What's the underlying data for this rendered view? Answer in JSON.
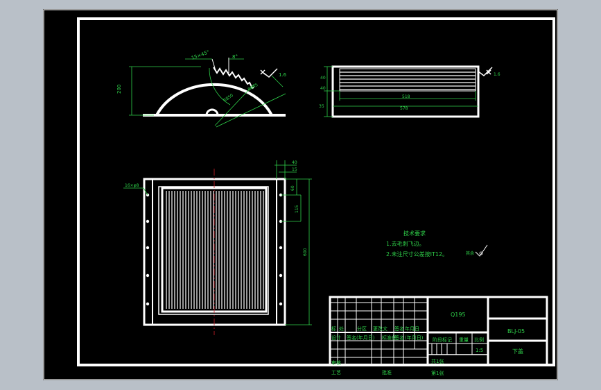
{
  "colors": {
    "background": "#000000",
    "outer": "#b9c0c8",
    "line": "#ffffff",
    "annotation": "#2fd24a",
    "centerline": "#d0202a"
  },
  "arc_view": {
    "dims": {
      "height": "200",
      "chamfer": "15×45°",
      "angle": "8°",
      "r1": "R850",
      "r2": "R645"
    },
    "roughness": "1.6"
  },
  "top_view": {
    "dims": {
      "d1": "40",
      "d2": "40",
      "d3": "35",
      "inner_len": "518",
      "outer_len": "578"
    },
    "roughness": "1.6"
  },
  "plan_view": {
    "dims": {
      "top1": "40",
      "top2": "15",
      "v1": "60",
      "v2": "115",
      "height": "600",
      "holes": "16×φ8"
    }
  },
  "tech_req": {
    "title": "技术要求",
    "items": [
      "1.去毛刺飞边。",
      "2.未注尺寸公差按IT12。"
    ],
    "rest_roughness": "其余"
  },
  "title_block": {
    "material": "Q195",
    "drawing_no": "BLJ-05",
    "part_name": "下盖",
    "col_labels": [
      "标",
      "处",
      "分区",
      "更改文",
      "签名",
      "年月日"
    ],
    "row2_labels": [
      "设计",
      "签名",
      "(年月日)",
      "标准化",
      "签名",
      "(年月日)"
    ],
    "stage_label": "阶段标记",
    "weight_label": "重量",
    "scale_label": "比例",
    "scale": "1:5",
    "sheets_total": "共1张",
    "sheet_no": "第1张",
    "review_label": "审核",
    "process_label": "工艺",
    "approve_label": "批准"
  }
}
